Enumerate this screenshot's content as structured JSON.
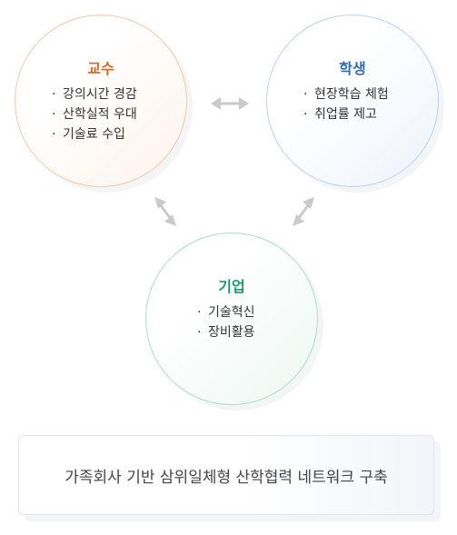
{
  "nodes": {
    "professor": {
      "title": "교수",
      "color": "#e2621f",
      "items": [
        "강의시간 경감",
        "산학실적 우대",
        "기술료 수입"
      ]
    },
    "student": {
      "title": "학생",
      "color": "#2e6fb8",
      "items": [
        "현장학습 체험",
        "취업률 제고"
      ]
    },
    "company": {
      "title": "기업",
      "color": "#1e9a6a",
      "items": [
        "기술혁신",
        "장비활용"
      ]
    }
  },
  "summary": "가족회사 기반 삼위일체형 산학협력 네트워크 구축",
  "arrow_color": "#c8cacc"
}
